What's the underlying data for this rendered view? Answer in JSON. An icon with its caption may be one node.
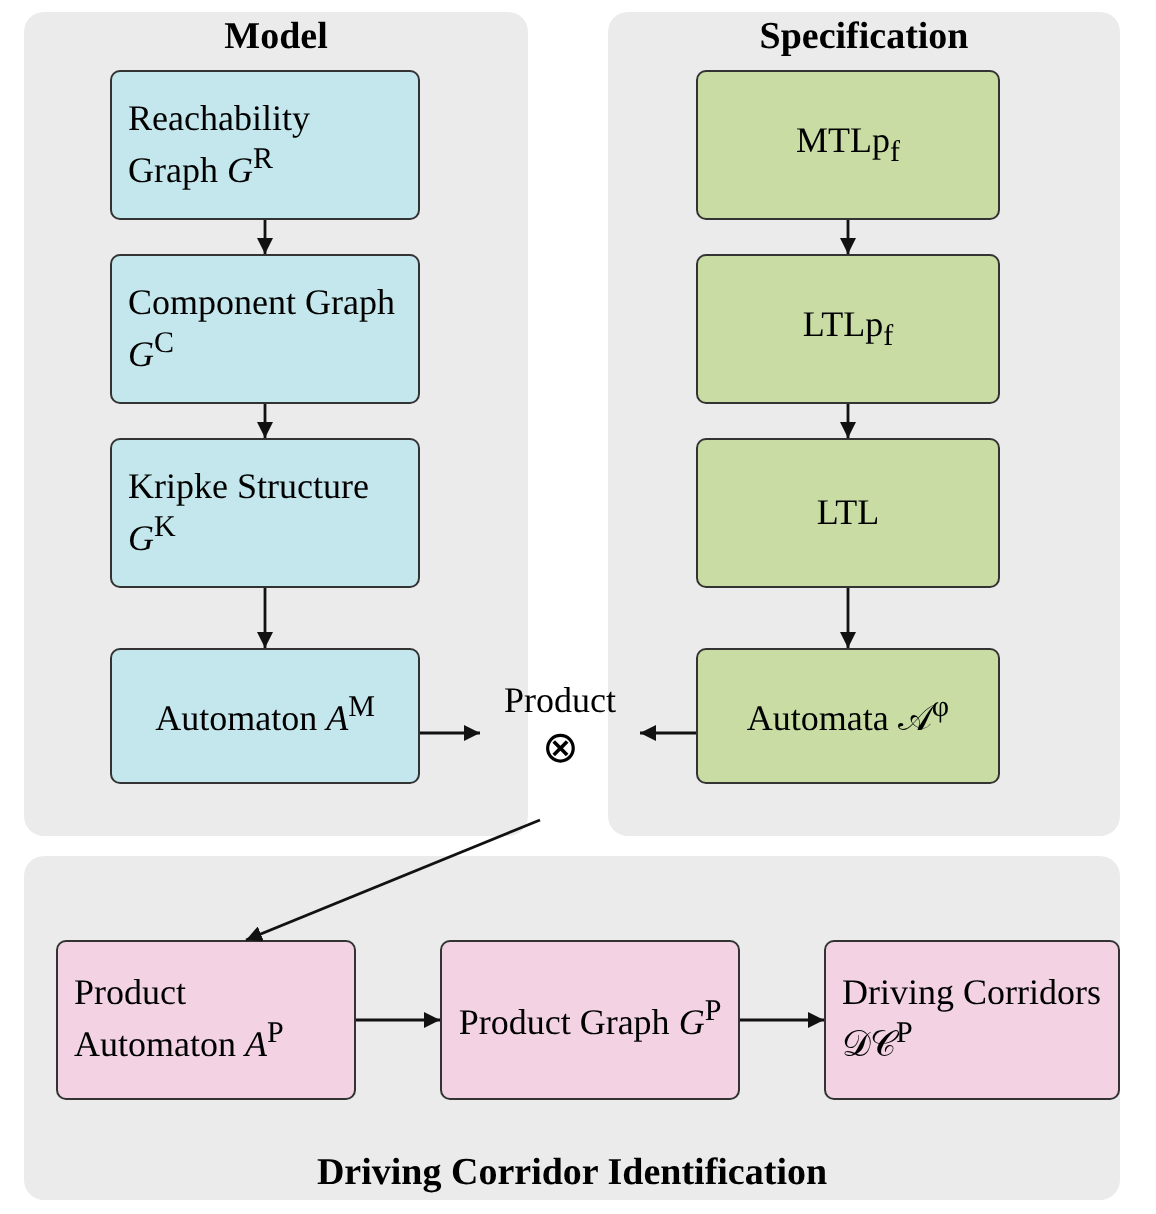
{
  "diagram": {
    "nodes": [
      {
        "text": [
          "Model"
        ]
      },
      {
        "text": [
          "Reachability Graph *G*$^{R}$"
        ],
        "in": 0
      },
      {
        "text": [
          "Component Graph *G*$^{C}$"
        ],
        "in": 0
      },
      {
        "text": [
          "Kripke Structure *G*$^{K}$"
        ],
        "in": 0
      },
      {
        "text": [
          "Automaton *A*$^{M}$"
        ],
        "in": 0
      },
      {
        "text": [
          "Specification"
        ]
      },
      {
        "text": [
          "MTLp$_{f}$"
        ],
        "in": 5
      },
      {
        "text": [
          "LTLp$_{f}$"
        ],
        "in": 5
      },
      {
        "text": [
          "LTL"
        ],
        "in": 5
      },
      {
        "text": [
          "Automata 𝒜$^{φ}$"
        ],
        "in": 5
      },
      {
        "text": [
          "Product",
          "⊗"
        ]
      },
      {
        "text": [
          "Driving Corridor Identification"
        ]
      },
      {
        "text": [
          "Product Automaton *A*$^{P}$"
        ],
        "in": 11
      },
      {
        "text": [
          "Product Graph *G*$^{P}$"
        ],
        "in": 11
      },
      {
        "text": [
          "Driving Corridors 𝒟𝒞$^{P}$"
        ],
        "in": 11
      }
    ],
    "edges": [
      {
        "from": 1,
        "to": 2,
        "arrow": "to"
      },
      {
        "from": 2,
        "to": 3,
        "arrow": "to"
      },
      {
        "from": 3,
        "to": 4,
        "arrow": "to"
      },
      {
        "from": 6,
        "to": 7,
        "arrow": "to"
      },
      {
        "from": 7,
        "to": 8,
        "arrow": "to"
      },
      {
        "from": 8,
        "to": 9,
        "arrow": "to"
      },
      {
        "from": 4,
        "to": 10,
        "arrow": "to"
      },
      {
        "from": 9,
        "to": 10,
        "arrow": "to"
      },
      {
        "from": 10,
        "to": 12,
        "arrow": "to"
      },
      {
        "from": 12,
        "to": 13,
        "arrow": "to"
      },
      {
        "from": 13,
        "to": 14,
        "arrow": "to"
      }
    ]
  }
}
